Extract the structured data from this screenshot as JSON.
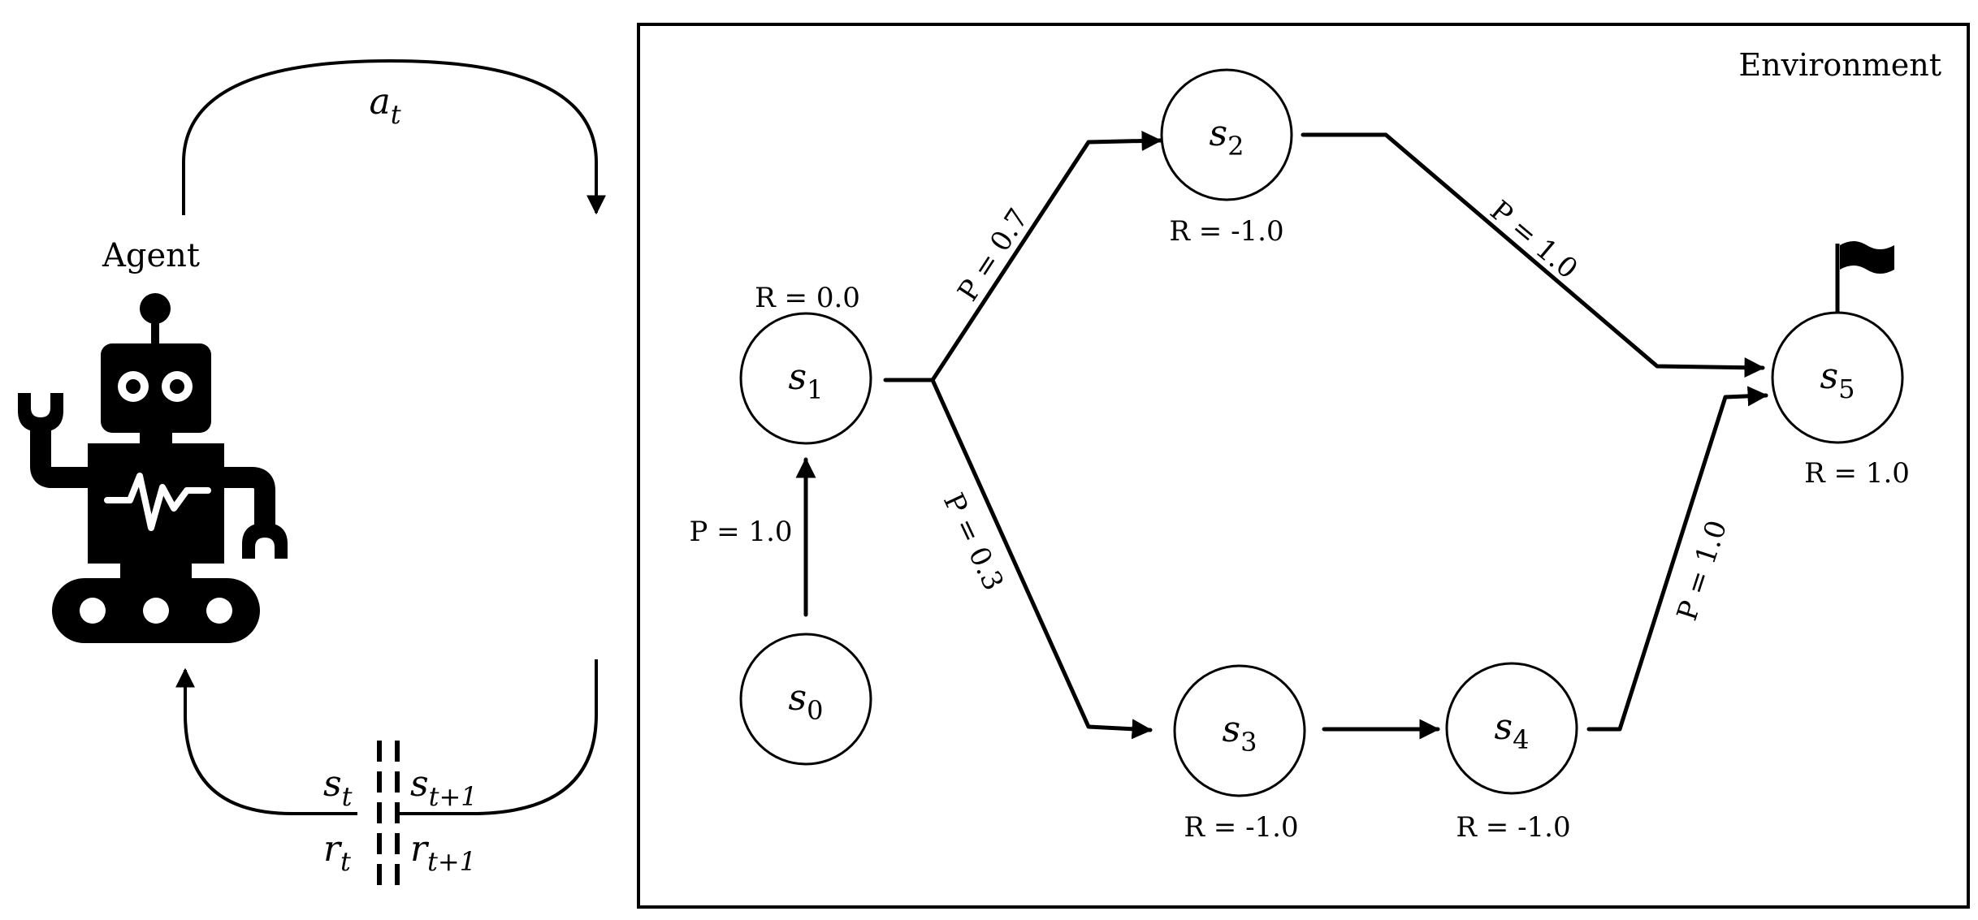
{
  "environment": {
    "title": "Environment"
  },
  "agent": {
    "title": "Agent",
    "action_symbol": "a",
    "action_sub": "t",
    "state_symbol": "s",
    "state_sub": "t",
    "next_state_symbol": "s",
    "next_state_sub": "t+1",
    "reward_symbol": "r",
    "reward_sub": "t",
    "next_reward_symbol": "r",
    "next_reward_sub": "t+1"
  },
  "states": [
    {
      "id": "s0",
      "symbol": "s",
      "index": "0",
      "reward": ""
    },
    {
      "id": "s1",
      "symbol": "s",
      "index": "1",
      "reward": "R = 0.0"
    },
    {
      "id": "s2",
      "symbol": "s",
      "index": "2",
      "reward": "R = -1.0"
    },
    {
      "id": "s3",
      "symbol": "s",
      "index": "3",
      "reward": "R = -1.0"
    },
    {
      "id": "s4",
      "symbol": "s",
      "index": "4",
      "reward": "R = -1.0"
    },
    {
      "id": "s5",
      "symbol": "s",
      "index": "5",
      "reward": "R = 1.0"
    }
  ],
  "transitions": [
    {
      "from": "s0",
      "to": "s1",
      "label": "P = 1.0"
    },
    {
      "from": "s1",
      "to": "s2",
      "label": "P = 0.7"
    },
    {
      "from": "s1",
      "to": "s3",
      "label": "P = 0.3"
    },
    {
      "from": "s2",
      "to": "s5",
      "label": "P = 1.0"
    },
    {
      "from": "s3",
      "to": "s4",
      "label": ""
    },
    {
      "from": "s4",
      "to": "s5",
      "label": "P = 1.0"
    }
  ],
  "icons": {
    "agent": "robot-icon",
    "goal": "flag-icon"
  }
}
